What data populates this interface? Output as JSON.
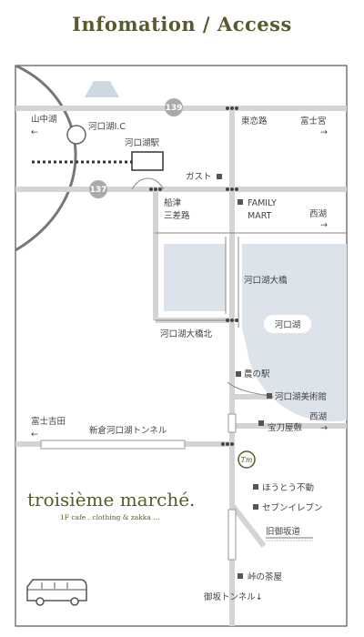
{
  "header": {
    "title": "Infomation / Access"
  },
  "map": {
    "routes": {
      "r139": "139",
      "r137": "137"
    },
    "labels": {
      "yamanakako": "山中湖",
      "kawaguchiko_ic": "河口湖I.C",
      "kawaguchiko_station": "河口湖駅",
      "higashikoiji": "東恋路",
      "fujinomiya": "富士宮",
      "gasuto": "ガスト",
      "funatsu": "船津",
      "misaro": "三差路",
      "family": "FAMILY",
      "mart": "MART",
      "nishiko_1": "西湖",
      "ohashi": "河口湖大橋",
      "lake": "河口湖",
      "ohashi_kita": "河口湖大橋北",
      "nounoeki": "農の駅",
      "museum": "河口湖美術館",
      "fujiyoshida": "富士吉田",
      "nishiko_2": "西湖",
      "shinkura_tunnel": "新倉河口湖トンネル",
      "hotoyashiki": "宝刀屋敷",
      "houtou": "ほうとう不動",
      "seven": "セブンイレブン",
      "old_misaka": "旧御坂道",
      "touge": "峠の茶屋",
      "misaka_tunnel": "御坂トンネル↓"
    },
    "arrows": {
      "left": "←",
      "right": "→"
    },
    "shop_logo_letters": "Tm"
  },
  "brand": {
    "name": "troisième marché.",
    "tagline": "1F cafe .  clothing & zakka ..."
  },
  "colors": {
    "heading": "#5a5a2c",
    "road": "#d4d4d4",
    "lake": "#dde3ea",
    "frame": "#555555"
  },
  "icons": [
    "mount-fuji-icon",
    "bus-icon",
    "shop-logo-icon",
    "landmark-square-icon"
  ]
}
